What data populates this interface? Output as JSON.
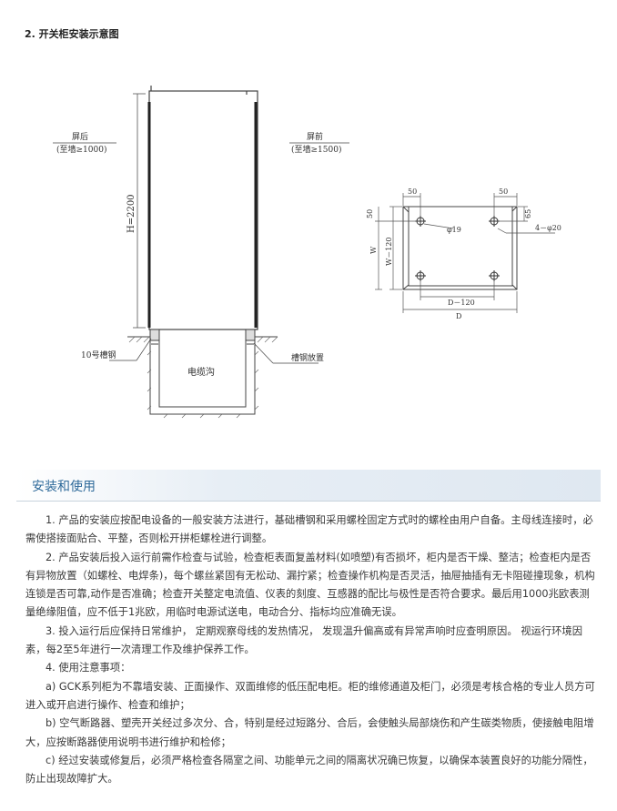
{
  "section": {
    "heading": "2. 开关柜安装示意图"
  },
  "diagram": {
    "rear_label": "屏后",
    "rear_note": "(至墙≥1000)",
    "front_label": "屏前",
    "front_note": "(至墙≥1500)",
    "height_label": "H=2200",
    "channel_label": "10号槽钢",
    "trench_label": "电缆沟",
    "steel_label": "槽钢放置",
    "dim_50_left": "50",
    "dim_50_right": "50",
    "dim_50_side": "50",
    "dim_65": "65",
    "hole_small": "φ19",
    "hole_count": "4－φ20",
    "dim_w_minus": "W－120",
    "dim_w": "W",
    "dim_d_minus": "D－120",
    "dim_d": "D"
  },
  "band": {
    "title": "安装和使用"
  },
  "body": {
    "p1": "1. 产品的安装应按配电设备的一般安装方法进行，基础槽钢和采用螺栓固定方式时的螺栓由用户自备。主母线连接时，必需使搭接面贴合、平整，否则松开拼柜螺栓进行调整。",
    "p2": "2. 产品安装后投入运行前需作检查与试验，检查柜表面复盖材料(如喷塑)有否损坏，柜内是否干燥、整洁；检查柜内是否有异物放置（如螺栓、电焊条)，每个螺丝紧固有无松动、漏拧紧；检查操作机构是否灵活，抽屉抽插有无卡阻碰撞现象，机构连锁是否可靠,动作是否准确；检查开关整定电流值、仪表的刻度、互感器的配比与极性是否符合要求。最后用1000兆欧表测量绝缘阻值，应不低于1兆欧，用临时电源试送电，电动合分、指标均应准确无误。",
    "p3": "3. 投入运行后应保持日常维护， 定期观察母线的发热情况， 发现温升偏高或有异常声响时应查明原因。 视运行环境因素，每2至5年进行一次清理工作及维护保养工作。",
    "p4": "4. 使用注意事项：",
    "pa": "a) GCK系列柜为不靠墙安装、正面操作、双面维修的低压配电柜。柜的维修通道及柜门，必须是考核合格的专业人员方可进入或开启进行操作、检查和维护；",
    "pb": "b) 空气断路器、塑壳开关经过多次分、合，特别是经过短路分、合后，会使触头局部烧伤和产生碳类物质，使接触电阻增大，应按断路器使用说明书进行维护和检修；",
    "pc": "c) 经过安装或修复后，必须严格检查各隔室之间、功能单元之间的隔离状况确已恢复，以确保本装置良好的功能分隔性，防止出现故障扩大。"
  }
}
